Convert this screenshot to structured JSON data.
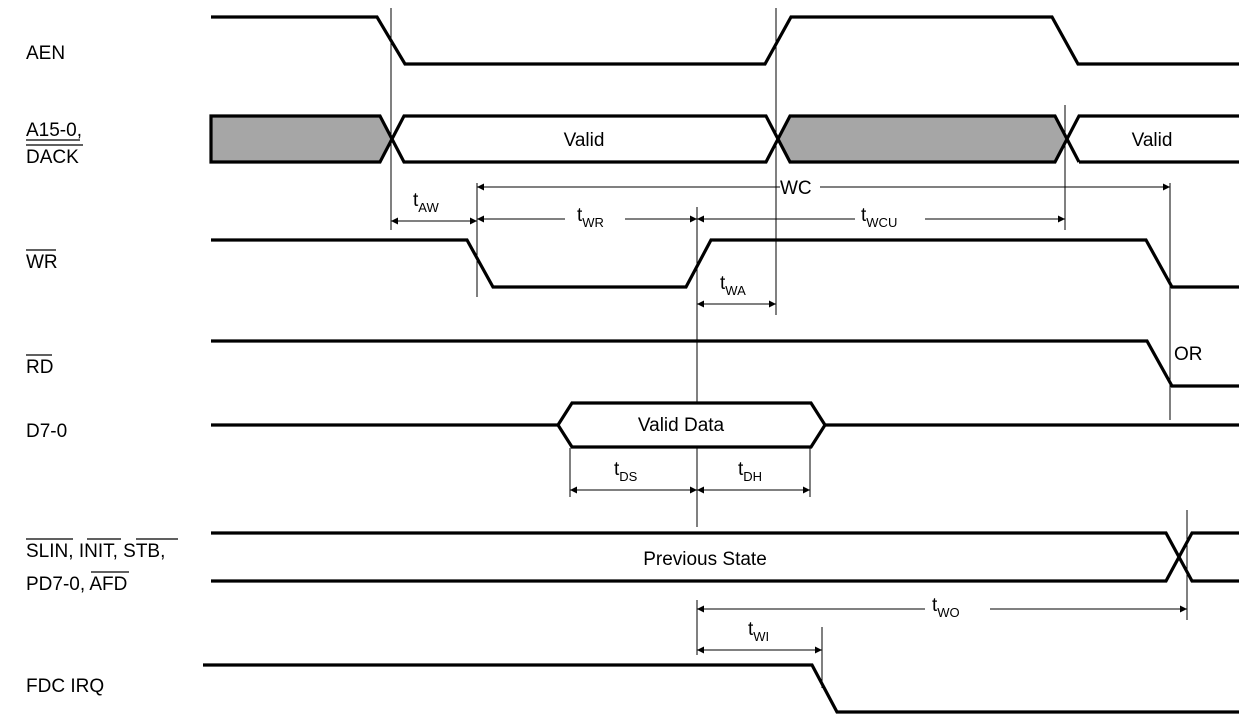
{
  "signals": {
    "aen": "AEN",
    "a15": "A15-0,",
    "dack": "DACK",
    "wr": "WR",
    "rd": "RD",
    "d7": "D7-0",
    "slin": "SLIN",
    "sep1": ", ",
    "init": "INIT",
    "sep2": ", ",
    "stb": "STB",
    "sep3": ",",
    "pd70": "PD7-0, ",
    "afd": "AFD",
    "fdc": "FDC IRQ"
  },
  "bus_labels": {
    "valid1": "Valid",
    "valid2": "Valid",
    "valid_data": "Valid Data",
    "previous_state": "Previous State",
    "or": "OR"
  },
  "timing": {
    "t_aw": {
      "t": "t",
      "sub": "AW"
    },
    "t_wr": {
      "t": "t",
      "sub": "WR"
    },
    "wc": "WC",
    "t_wcu": {
      "t": "t",
      "sub": "WCU"
    },
    "t_wa": {
      "t": "t",
      "sub": "WA"
    },
    "t_ds": {
      "t": "t",
      "sub": "DS"
    },
    "t_dh": {
      "t": "t",
      "sub": "DH"
    },
    "t_wo": {
      "t": "t",
      "sub": "WO"
    },
    "t_wi": {
      "t": "t",
      "sub": "WI"
    }
  }
}
